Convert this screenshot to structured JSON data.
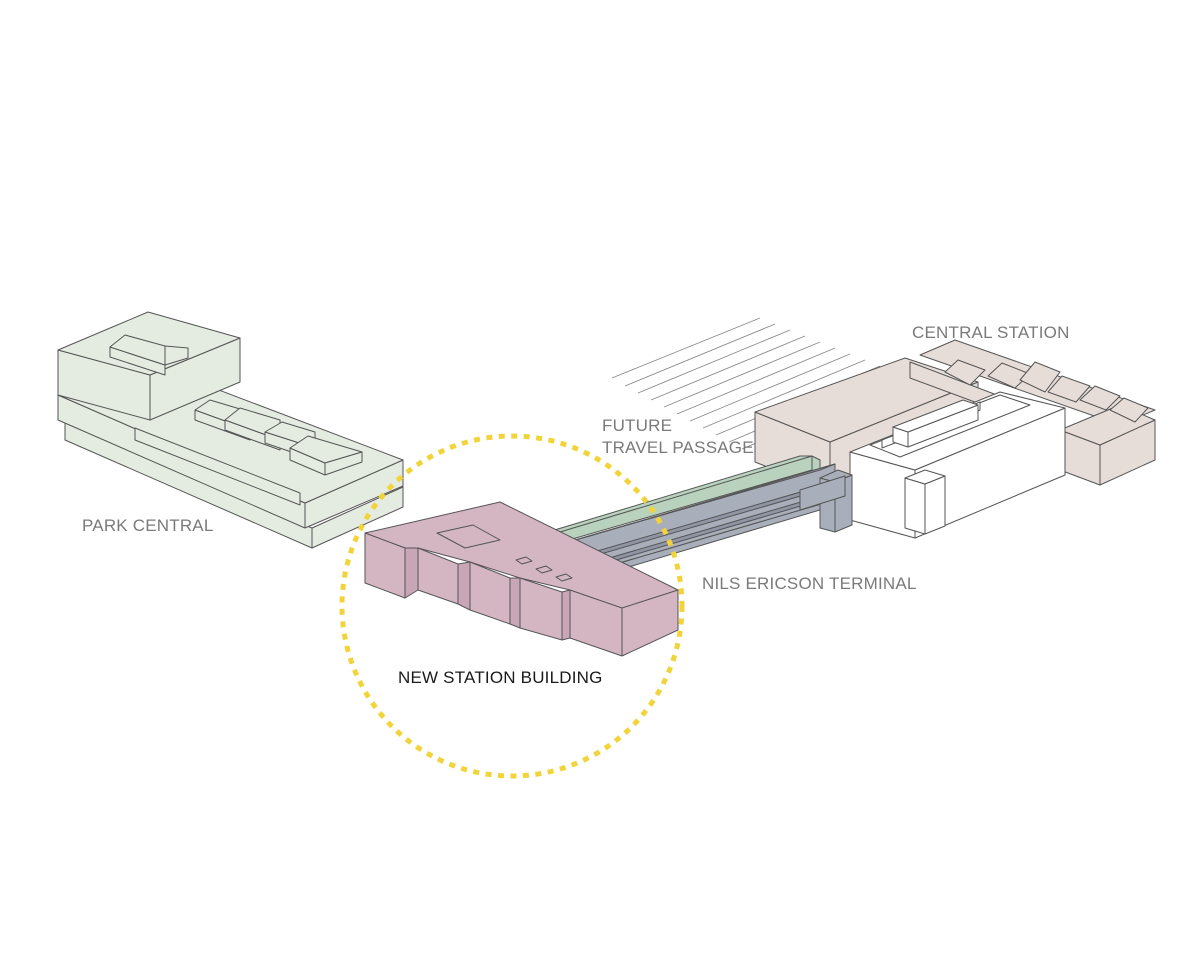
{
  "labels": {
    "park_central": "PARK CENTRAL",
    "central_station": "CENTRAL STATION",
    "future_travel_passage_line1": "FUTURE",
    "future_travel_passage_line2": "TRAVEL PASSAGE",
    "nils_ericson_terminal": "NILS ERICSON TERMINAL",
    "new_station_building": "NEW STATION BUILDING"
  },
  "colors": {
    "park_central_fill": "#e4ece2",
    "central_station_fill": "#e6ddd9",
    "new_station_fill": "#d4b5c2",
    "future_passage_fill": "#b9d2bd",
    "nils_ericson_fill": "#a9aebb",
    "white_block_fill": "#ffffff",
    "highlight_circle": "#f2d43a",
    "outline": "#555555",
    "label_grey": "#7a7a7a",
    "label_dark": "#1a1a1a"
  }
}
